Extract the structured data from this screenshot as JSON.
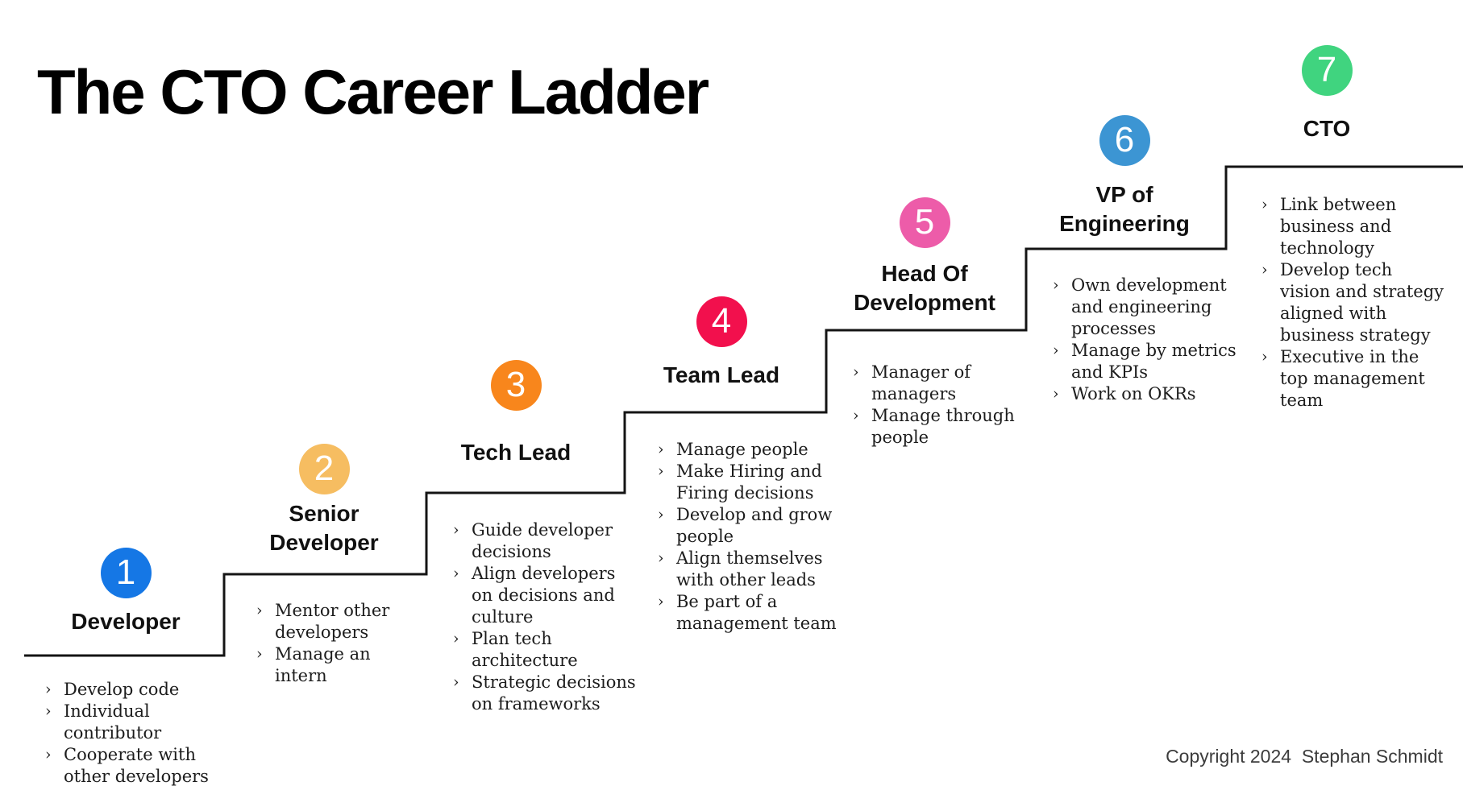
{
  "title": "The CTO Career Ladder",
  "bullet_marker": "›",
  "line_color": "#141414",
  "copyright": "Copyright 2024  Stephan Schmidt",
  "steps": [
    {
      "number": "1",
      "title": "Developer",
      "color": "#1577e5",
      "bullets": [
        "Develop code",
        "Individual\ncontributor",
        "Cooperate with\nother developers"
      ]
    },
    {
      "number": "2",
      "title": "Senior\nDeveloper",
      "color": "#f6bd61",
      "bullets": [
        "Mentor other\ndevelopers",
        "Manage an intern"
      ]
    },
    {
      "number": "3",
      "title": "Tech Lead",
      "color": "#f8861c",
      "bullets": [
        "Guide developer\ndecisions",
        "Align developers\non decisions and\nculture",
        "Plan tech\narchitecture",
        "Strategic decisions\non frameworks"
      ]
    },
    {
      "number": "4",
      "title": "Team Lead",
      "color": "#f2104d",
      "bullets": [
        "Manage people",
        "Make Hiring and\nFiring decisions",
        "Develop and grow\npeople",
        "Align themselves\nwith other leads",
        "Be part of a\nmanagement team"
      ]
    },
    {
      "number": "5",
      "title": "Head Of\nDevelopment",
      "color": "#ed5ca9",
      "bullets": [
        "Manager of\nmanagers",
        "Manage through\npeople"
      ]
    },
    {
      "number": "6",
      "title": "VP of\nEngineering",
      "color": "#3c95d3",
      "bullets": [
        "Own development\nand engineering\nprocesses",
        "Manage by metrics\nand KPIs",
        "Work on OKRs"
      ]
    },
    {
      "number": "7",
      "title": "CTO",
      "color": "#40d47f",
      "bullets": [
        "Link between\nbusiness and\ntechnology",
        "Develop tech\nvision and strategy\naligned with\nbusiness strategy",
        "Executive in the\ntop management\nteam"
      ]
    }
  ]
}
